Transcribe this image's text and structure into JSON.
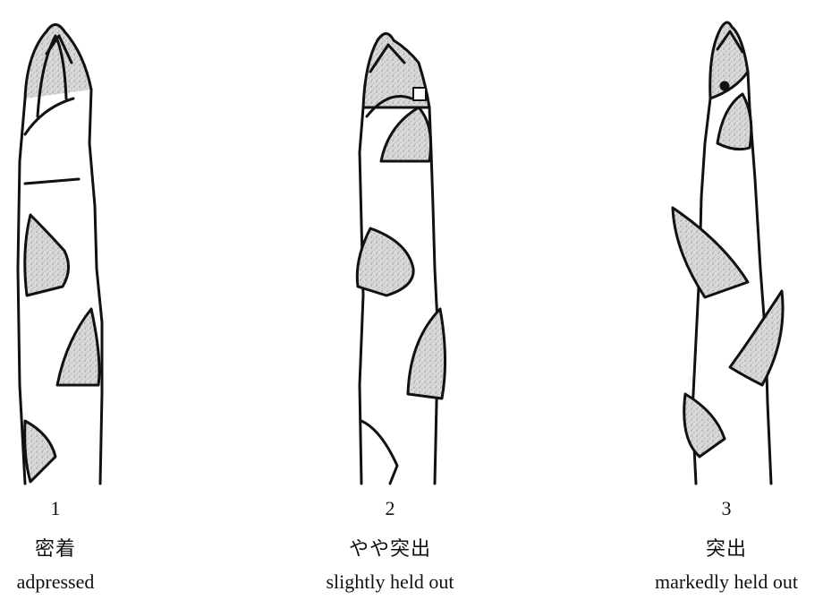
{
  "figures": [
    {
      "number": "1",
      "label_ja": "密着",
      "label_en": "adpressed"
    },
    {
      "number": "2",
      "label_ja": "やや突出",
      "label_en": "slightly held out"
    },
    {
      "number": "3",
      "label_ja": "突出",
      "label_en": "markedly held out"
    }
  ],
  "colors": {
    "outline": "#111111",
    "scale_fill": "#c8c8c8",
    "background": "#ffffff"
  }
}
